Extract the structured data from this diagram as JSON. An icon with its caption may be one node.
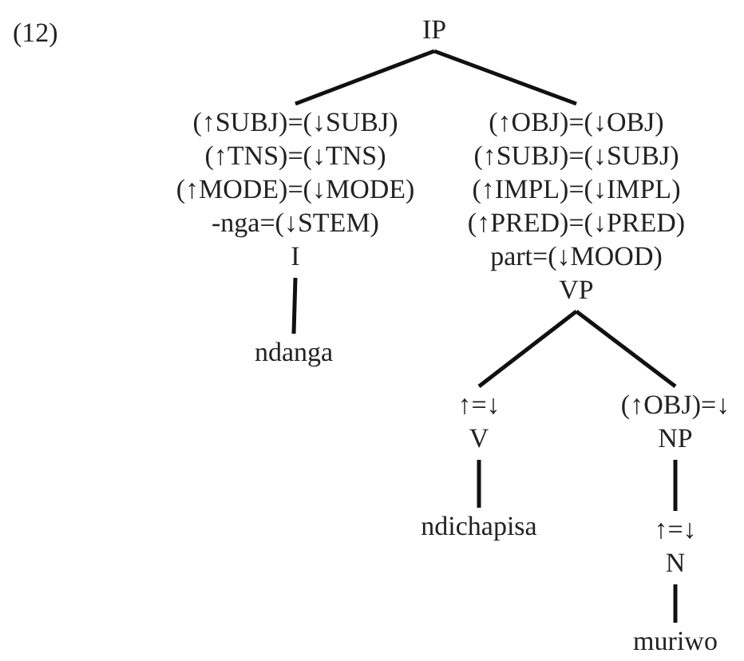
{
  "diagram": {
    "nodes": [
      {
        "text": [
          "IP"
        ]
      },
      {
        "text": [
          "(↑SUBJ)=(↓SUBJ)",
          "(↑TNS)=(↓TNS)",
          "(↑MODE)=(↓MODE)",
          "-nga=(↓STEM)",
          "I"
        ]
      },
      {
        "text": [
          "(↑OBJ)=(↓OBJ)",
          "(↑SUBJ)=(↓SUBJ)",
          "(↑IMPL)=(↓IMPL)",
          "(↑PRED)=(↓PRED)",
          "part=(↓MOOD)",
          "VP"
        ]
      },
      {
        "text": [
          "ndanga"
        ]
      },
      {
        "text": [
          "↑=↓",
          "V"
        ]
      },
      {
        "text": [
          "(↑OBJ)=↓",
          "NP"
        ]
      },
      {
        "text": [
          "ndichapisa"
        ]
      },
      {
        "text": [
          "↑=↓",
          "N"
        ]
      },
      {
        "text": [
          "muriwo"
        ]
      }
    ],
    "edges": [
      {
        "from": 0,
        "to": 1,
        "arrow": "none"
      },
      {
        "from": 0,
        "to": 2,
        "arrow": "none"
      },
      {
        "from": 1,
        "to": 3,
        "arrow": "none"
      },
      {
        "from": 2,
        "to": 4,
        "arrow": "none"
      },
      {
        "from": 2,
        "to": 5,
        "arrow": "none"
      },
      {
        "from": 4,
        "to": 6,
        "arrow": "none"
      },
      {
        "from": 5,
        "to": 7,
        "arrow": "none"
      },
      {
        "from": 7,
        "to": 8,
        "arrow": "none"
      }
    ],
    "labels": [
      "(12)"
    ]
  }
}
